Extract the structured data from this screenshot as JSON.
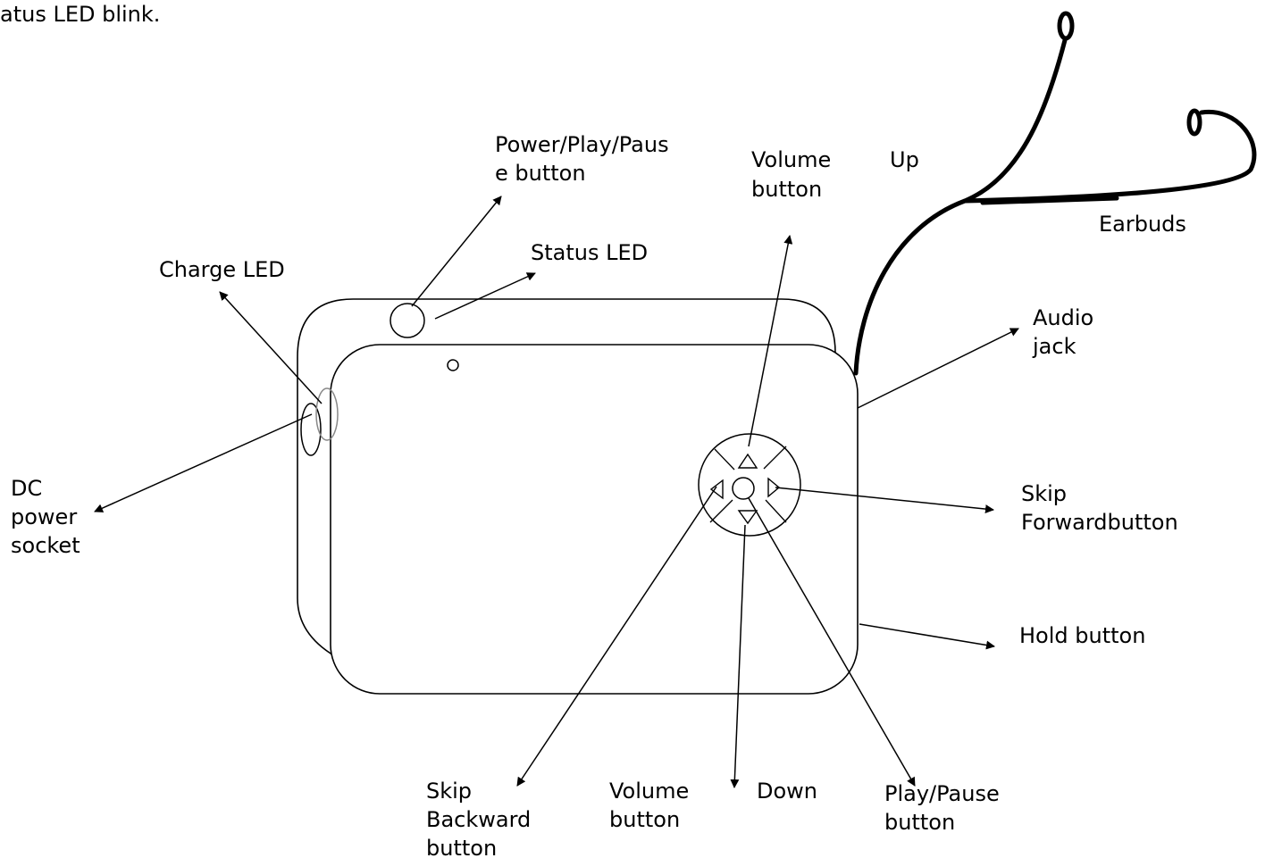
{
  "header_text": "atus LED blink.",
  "labels": {
    "power_play_pause_line1": "Power/Play/Paus",
    "power_play_pause_line2": "e button",
    "status_led": "Status LED",
    "charge_led": "Charge LED",
    "volume_up_line1": "Volume",
    "volume_up_line2": "button",
    "volume_up_word": "Up",
    "earbuds": "Earbuds",
    "audio_jack_line1": "Audio",
    "audio_jack_line2": "jack",
    "dc_line1": "DC",
    "dc_line2": "power",
    "dc_line3": "socket",
    "skip_forward_line1": "Skip",
    "skip_forward_line2": "Forwardbutton",
    "hold_button": "Hold button",
    "skip_backward_line1": "Skip",
    "skip_backward_line2": "Backward",
    "skip_backward_line3": "button",
    "volume_down_line1": "Volume",
    "volume_down_line2": "button",
    "volume_down_word": "Down",
    "play_pause_line1": "Play/Pause",
    "play_pause_line2": "button"
  },
  "colors": {
    "line": "#000000",
    "charge_led_outline": "#888888"
  }
}
